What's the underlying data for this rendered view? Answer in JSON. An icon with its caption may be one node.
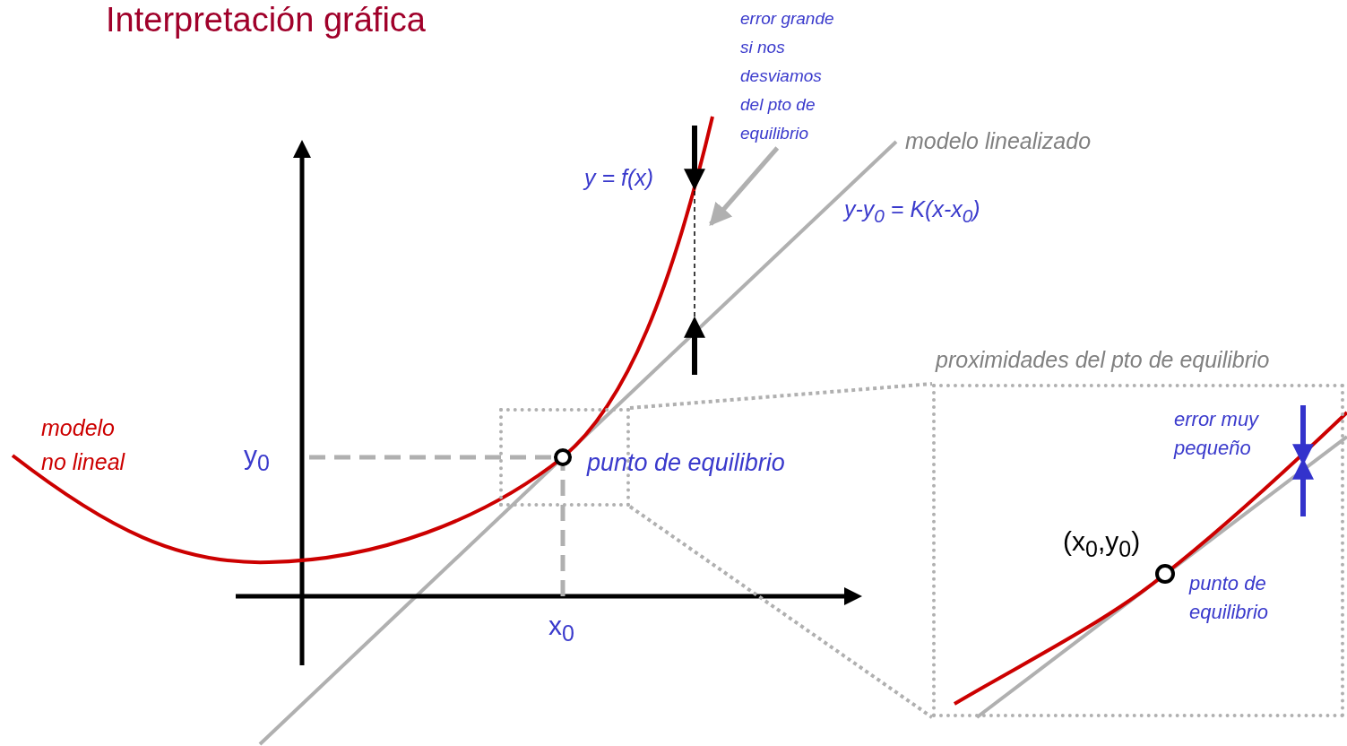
{
  "diagram": {
    "title": "Interpretación gráfica",
    "nodes": [
      {
        "text": [
          "error grande si nos desviamos del pto de equilibrio"
        ]
      },
      {
        "text": [],
        "shape": "box"
      },
      {
        "text": [
          "proximidades del pto de equilibrio"
        ]
      }
    ],
    "edges": [
      {
        "from": 0,
        "to": null,
        "arrow": "to"
      },
      {
        "from": 1,
        "to": 2,
        "arrow": "none",
        "style": "dashed"
      },
      {
        "from": 1,
        "to": 2,
        "arrow": "none",
        "style": "dashed"
      }
    ],
    "labels": [
      "modelo linealizado",
      "y = f(x)",
      "y-y$_{0}$ = K(x-x$_{0}$)",
      "modelo no lineal",
      "y$_{0}$",
      "punto de equilibrio",
      "x$_{0}$",
      "error muy pequeño",
      "(x$_{0}$,y$_{0}$)",
      "punto de equilibrio"
    ]
  }
}
